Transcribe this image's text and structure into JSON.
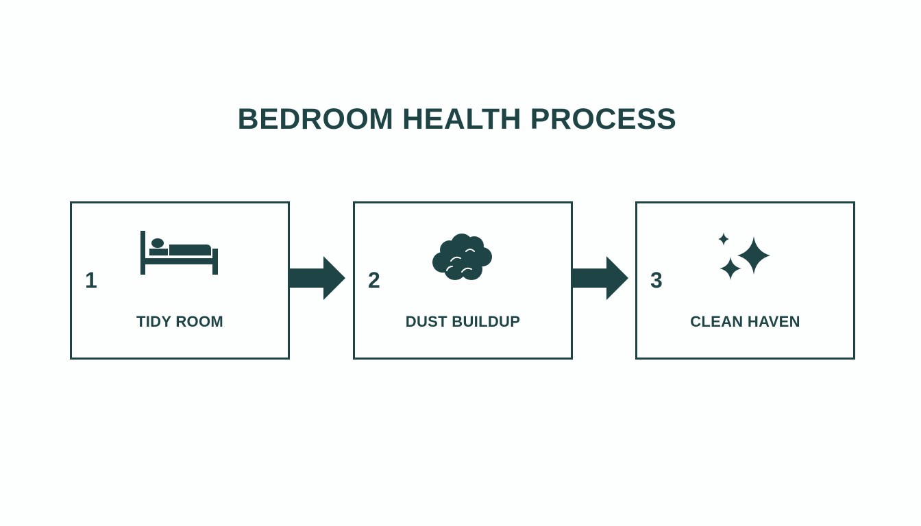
{
  "title": "BEDROOM HEALTH PROCESS",
  "colors": {
    "primary": "#1f4446",
    "background": "#fdfefe"
  },
  "steps": [
    {
      "number": "1",
      "label": "TIDY ROOM",
      "icon": "bed-icon"
    },
    {
      "number": "2",
      "label": "DUST BUILDUP",
      "icon": "dust-cloud-icon"
    },
    {
      "number": "3",
      "label": "CLEAN HAVEN",
      "icon": "sparkles-icon"
    }
  ],
  "connectors": [
    {
      "icon": "right-arrow-icon"
    },
    {
      "icon": "right-arrow-icon"
    }
  ]
}
